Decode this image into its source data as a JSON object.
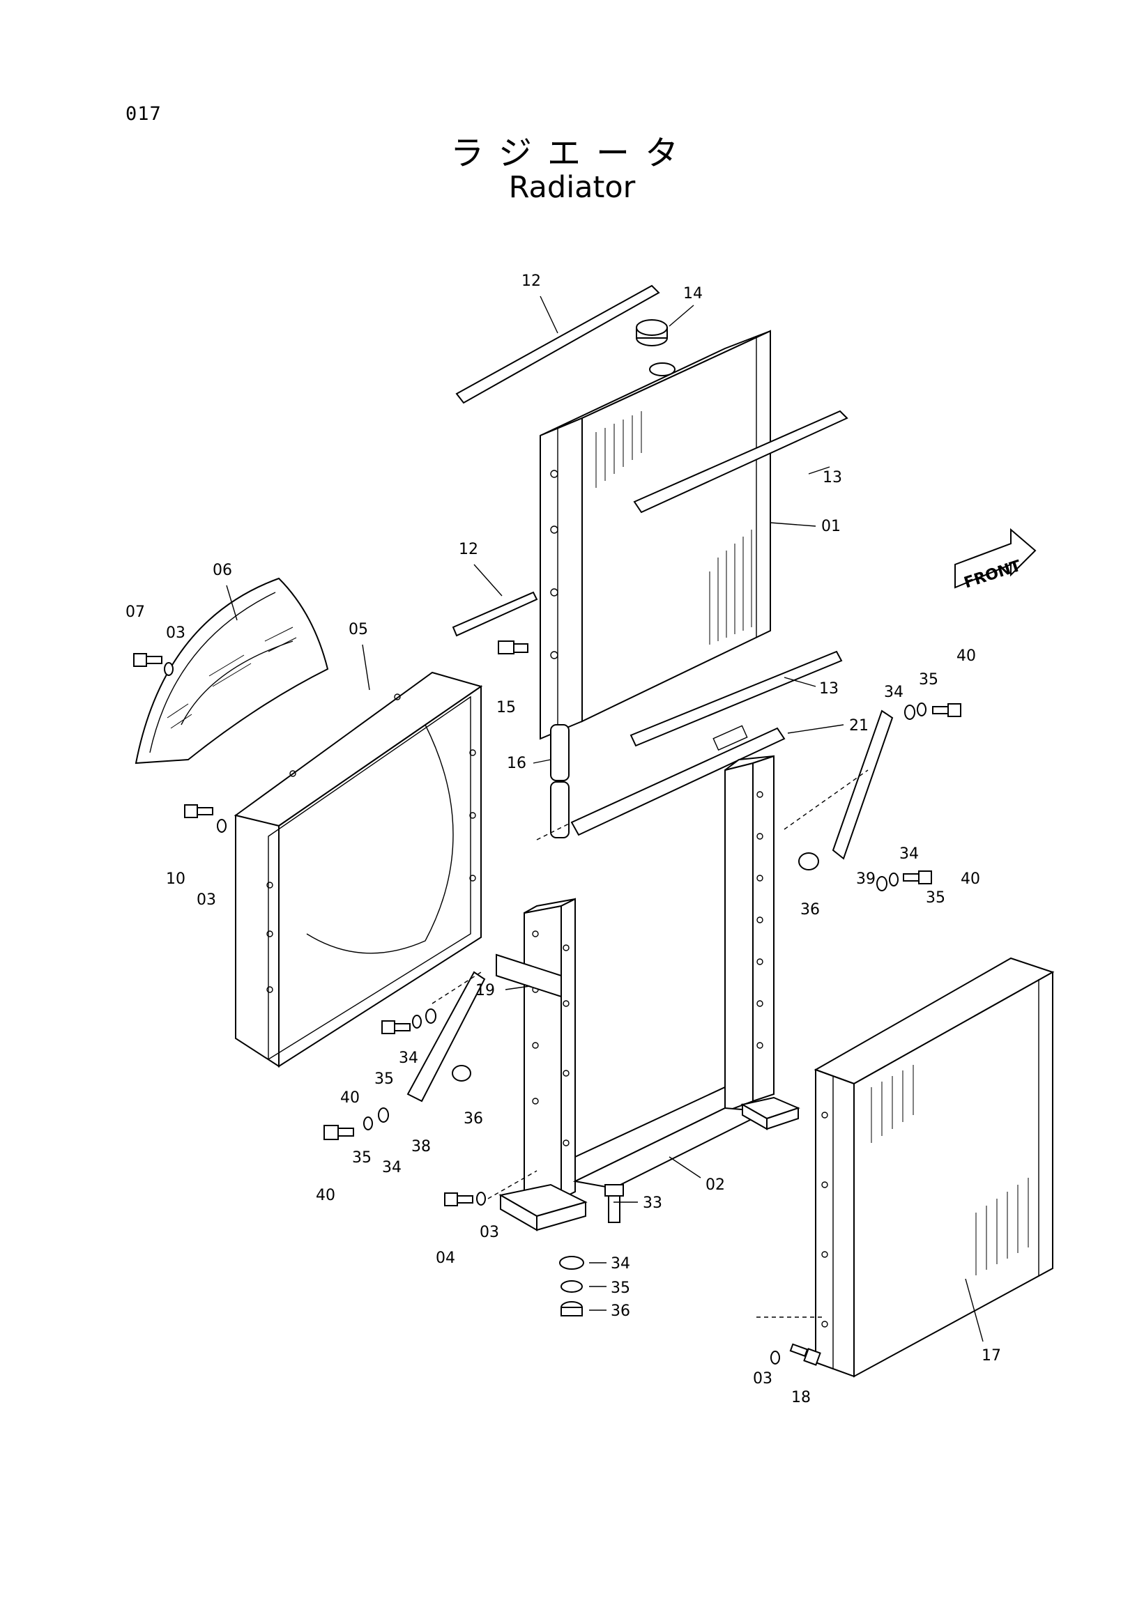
{
  "page": {
    "number": "017"
  },
  "title": {
    "jp": "ラジエータ",
    "en": "Radiator"
  },
  "front_label": "FRONT",
  "callouts": {
    "c12a": "12",
    "c14": "14",
    "c13a": "13",
    "c01": "01",
    "c12b": "12",
    "c06": "06",
    "c07": "07",
    "c03a": "03",
    "c05": "05",
    "c15": "15",
    "c13b": "13",
    "c21": "21",
    "c34a": "34",
    "c35a": "35",
    "c40a": "40",
    "c16": "16",
    "c40b": "40",
    "c35b": "35",
    "c34b": "34",
    "c39": "39",
    "c36a": "36",
    "c10": "10",
    "c03b": "03",
    "c19": "19",
    "c34c": "34",
    "c35c": "35",
    "c40c": "40",
    "c36b": "36",
    "c38": "38",
    "c34d": "34",
    "c35d": "35",
    "c40d": "40",
    "c02": "02",
    "c33": "33",
    "c03c": "03",
    "c04": "04",
    "c34e": "34",
    "c35e": "35",
    "c36c": "36",
    "c17": "17",
    "c03d": "03",
    "c18": "18"
  }
}
